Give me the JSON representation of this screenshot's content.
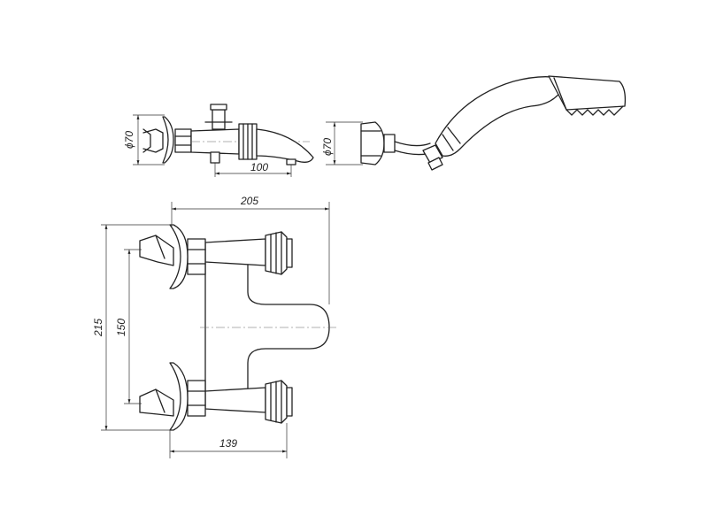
{
  "diagram": {
    "dimensions": {
      "side_view_diameter": "ϕ70",
      "spout_length": "100",
      "shower_holder_diameter": "ϕ70",
      "overall_width": "205",
      "overall_height": "215",
      "inlet_spacing": "150",
      "depth": "139"
    },
    "colors": {
      "line": "#222222",
      "background": "#ffffff"
    }
  }
}
